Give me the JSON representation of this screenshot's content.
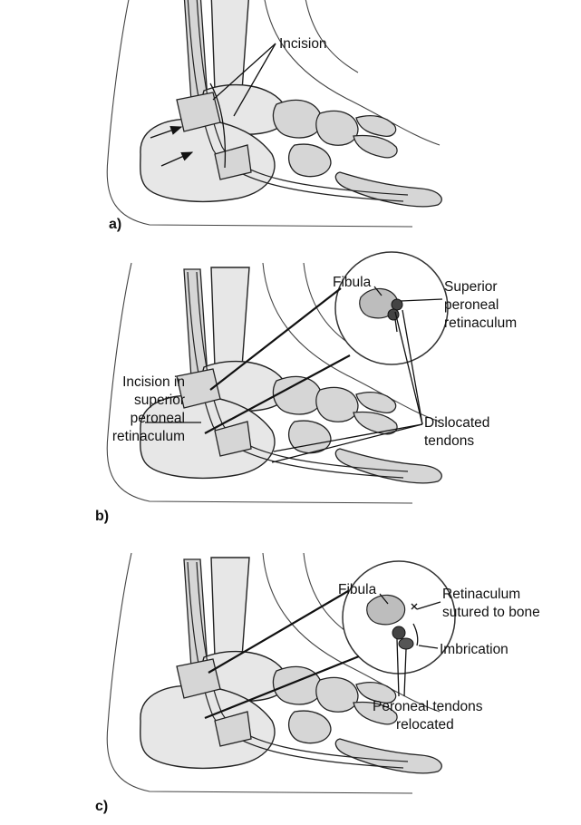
{
  "panels": {
    "a": {
      "tag": "a)",
      "labels": {
        "incision": "Incision"
      }
    },
    "b": {
      "tag": "b)",
      "labels": {
        "fibula": "Fibula",
        "spr_line1": "Superior",
        "spr_line2": "peroneal",
        "spr_line3": "retinaculum",
        "inc_line1": "Incision in",
        "inc_line2": "superior",
        "inc_line3": "peroneal",
        "inc_line4": "retinaculum",
        "dis_line1": "Dislocated",
        "dis_line2": "tendons"
      }
    },
    "c": {
      "tag": "c)",
      "labels": {
        "fibula": "Fibula",
        "ret_line1": "Retinaculum",
        "ret_line2": "sutured to bone",
        "imbrication": "Imbrication",
        "per_line1": "Peroneal tendons",
        "per_line2": "relocated"
      }
    }
  }
}
